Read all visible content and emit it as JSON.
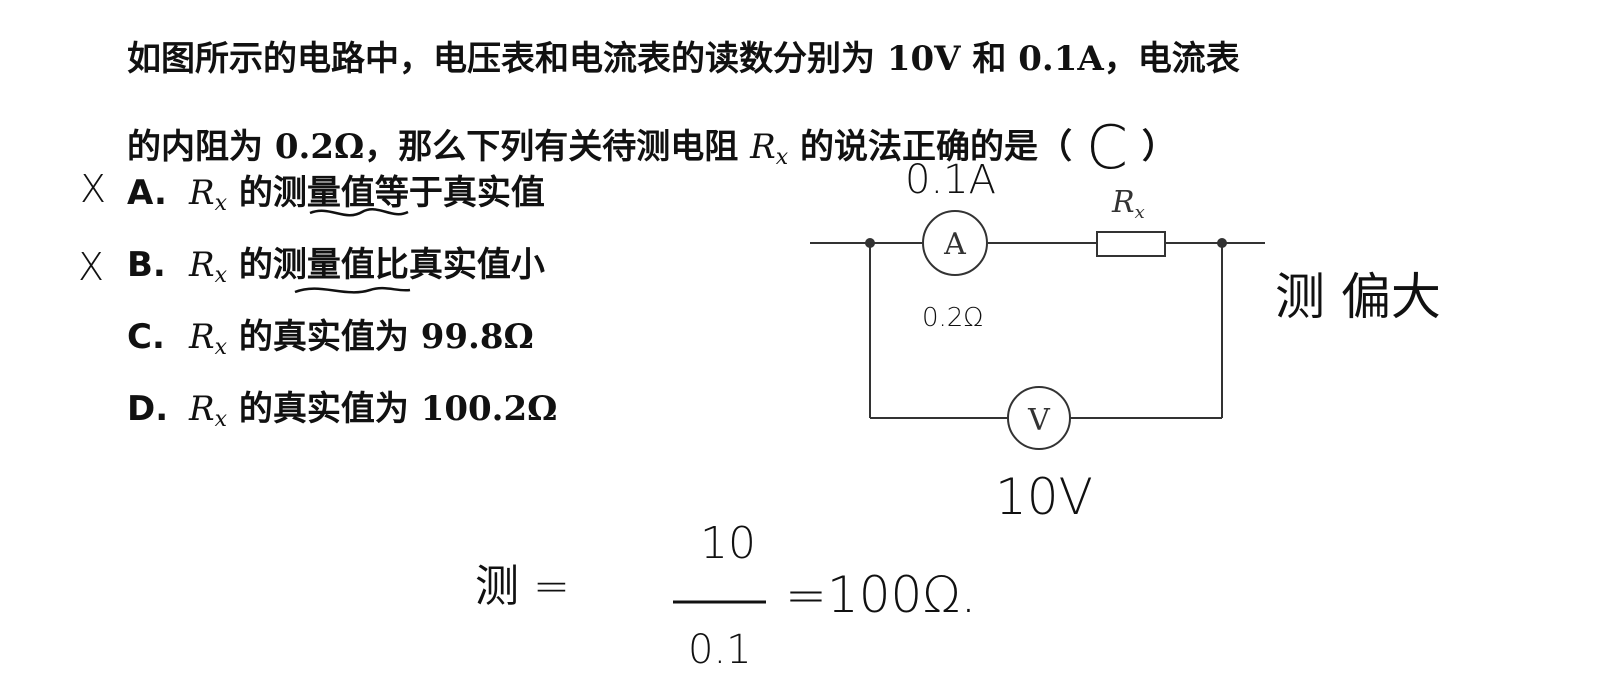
{
  "question": {
    "line1": "如图所示的电路中，电压表和电流表的读数分别为 10V 和 0.1A，电流表",
    "line2_prefix": "的内阻为 0.2Ω，那么下列有关待测电阻 ",
    "rx_symbol": "R",
    "rx_sub": "x",
    "line2_suffix": " 的说法正确的是（",
    "line2_close": "）",
    "answer_handwritten": "C"
  },
  "options": [
    {
      "letter": "A.",
      "symbol": "R",
      "sub": "x",
      "text": " 的测量值等于真实值",
      "mark": "X"
    },
    {
      "letter": "B.",
      "symbol": "R",
      "sub": "x",
      "text": " 的测量值比真实值小",
      "mark": "X"
    },
    {
      "letter": "C.",
      "symbol": "R",
      "sub": "x",
      "text": " 的真实值为 99.8Ω",
      "mark": ""
    },
    {
      "letter": "D.",
      "symbol": "R",
      "sub": "x",
      "text": " 的真实值为 100.2Ω",
      "mark": ""
    }
  ],
  "circuit": {
    "ammeter_label": "A",
    "voltmeter_label": "V",
    "resistor_label": "R",
    "resistor_sub": "x"
  },
  "annotations": {
    "current_note": "0.1A",
    "resistance_note": "0.2Ω",
    "voltage_note": "10V",
    "bias_note": "测 偏大",
    "calc_left": "测 =",
    "calc_numerator": "10",
    "calc_denominator": "0.1",
    "calc_result": "=100Ω."
  }
}
